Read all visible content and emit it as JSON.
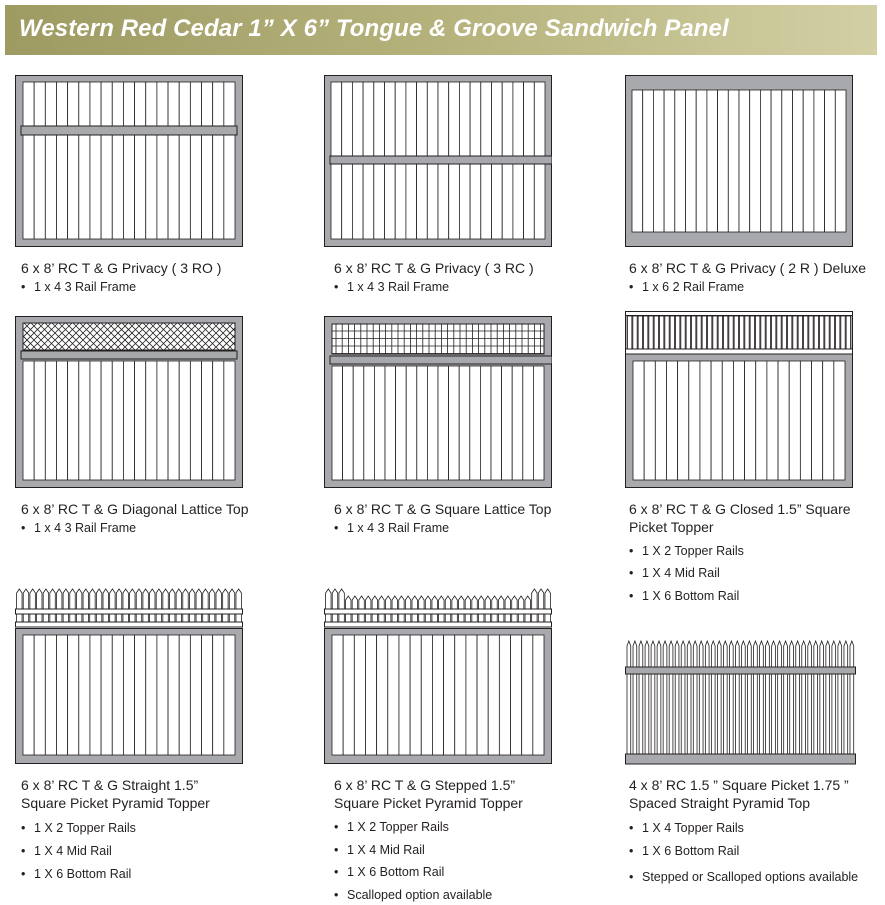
{
  "header": {
    "title": "Western Red Cedar 1” X 6” Tongue & Groove Sandwich Panel"
  },
  "colors": {
    "frame": "#a7a9ac",
    "board": "#ffffff",
    "header_from": "#9d9a62",
    "header_to": "#d2cfa4"
  },
  "bullet_symbol": "•",
  "panels": [
    {
      "lines": [
        "6 x 8’ RC  T & G Privacy  ( 3 RO )"
      ],
      "bullets": [
        "1 x 4   3 Rail Frame"
      ]
    },
    {
      "lines": [
        "6 x 8’ RC  T & G Privacy  ( 3 RC )"
      ],
      "bullets": [
        "1 x 4   3 Rail Frame"
      ]
    },
    {
      "lines": [
        "6 x 8’ RC  T & G Privacy  ( 2 R ) Deluxe"
      ],
      "bullets": [
        "1 x 6   2 Rail Frame"
      ]
    },
    {
      "lines": [
        "6 x 8’  RC  T & G Diagonal Lattice Top"
      ],
      "bullets": [
        "1 x 4   3 Rail Frame"
      ]
    },
    {
      "lines": [
        "6 x 8’  RC  T & G  Square Lattice Top"
      ],
      "bullets": [
        "1 x 4   3 Rail Frame"
      ]
    },
    {
      "lines": [
        "6 x 8’  RC  T & G Closed 1.5” Square",
        "Picket Topper"
      ],
      "bullets": [
        "1 X 2 Topper Rails",
        "1 X 4 Mid Rail",
        "1 X 6 Bottom Rail"
      ]
    },
    {
      "lines": [
        "6 x 8’  RC  T & G  Straight 1.5”",
        "Square Picket Pyramid Topper"
      ],
      "bullets": [
        "1 X 2 Topper Rails",
        "1 X 4 Mid Rail",
        "1 X 6 Bottom Rail"
      ]
    },
    {
      "lines": [
        "6 x 8’  RC  T & G  Stepped 1.5”",
        "Square Picket Pyramid Topper"
      ],
      "bullets": [
        "1 X 2 Topper Rails",
        "1 X 4 Mid Rail",
        "1 X 6 Bottom Rail",
        "Scalloped option available"
      ]
    },
    {
      "lines": [
        "4 x 8’ RC 1.5 ” Square Picket 1.75 ”",
        "Spaced Straight Pyramid Top"
      ],
      "bullets": [
        "1 X 4 Topper Rails",
        "1 X 6 Bottom Rail",
        "Stepped or Scalloped options available"
      ]
    }
  ]
}
